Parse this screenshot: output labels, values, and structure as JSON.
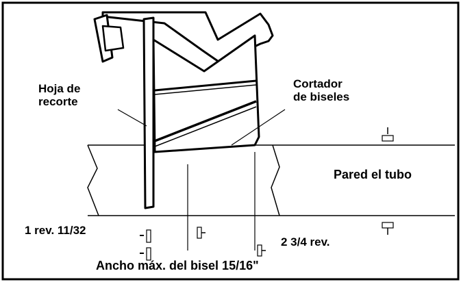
{
  "labels": {
    "trim_blade": [
      "Hoja de",
      "recorte"
    ],
    "bevel_cutter": [
      "Cortador",
      "de biseles"
    ],
    "pipe_wall": "Pared el tubo",
    "rev_one": "1 rev. 11/32",
    "rev_two": "2 3/4 rev.",
    "max_bevel_width": "Ancho máx. del bisel 15/16\""
  },
  "colors": {
    "line": "#000000",
    "background": "#ffffff",
    "fill": "#ffffff"
  }
}
